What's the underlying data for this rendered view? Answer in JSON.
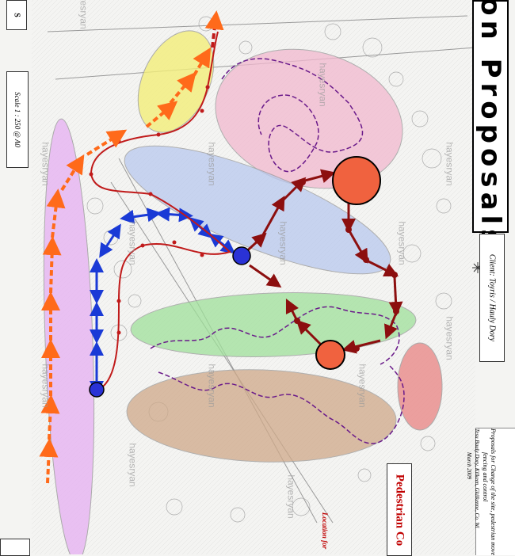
{
  "title": {
    "text": "ion Proposals"
  },
  "scale": {
    "text": "Scale 1 : 250 @ A0"
  },
  "top_left_label": {
    "text": "S"
  },
  "client": {
    "text": "Client: Toyris / Hauly Dory"
  },
  "pedestrian_title": {
    "text": "Pedestrian Co"
  },
  "location_note": {
    "text": "Location for"
  },
  "description": {
    "line1": "Proposals for Change of the site, pedestrian moveme",
    "line2": "fencing and control",
    "line3": "Tesu Bauly Dory, Kilkeen, Gkilkenne, Co. Wi",
    "line4": "March 2009"
  },
  "watermark": {
    "text": "hayesryan"
  },
  "colors": {
    "yellow_zone": "#f3ee7a",
    "pink_zone": "#f2b8cf",
    "blue_zone": "#b9c9ee",
    "green_zone": "#9fe09a",
    "brown_zone": "#cfa989",
    "violet_zone": "#e7b4f2",
    "red_zone": "#ea8a8a",
    "orange_route": "#ff6a1a",
    "red_route": "#c01a1a",
    "darkred_route": "#8c0f0f",
    "blue_route": "#1a3ad6",
    "purple_path": "#6a1a8a"
  }
}
